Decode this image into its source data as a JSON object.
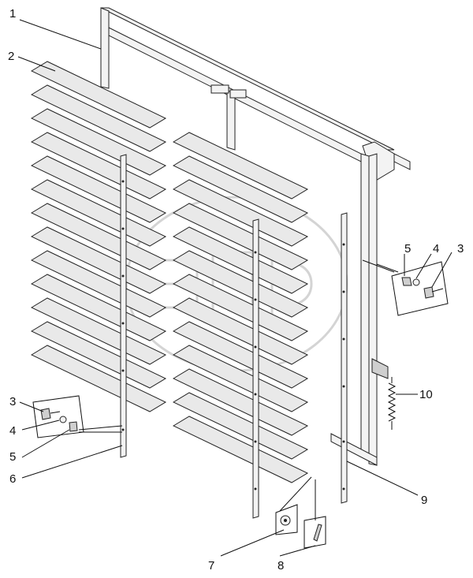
{
  "callouts": [
    {
      "id": "c1",
      "label": "1"
    },
    {
      "id": "c2",
      "label": "2"
    },
    {
      "id": "c3r",
      "label": "3"
    },
    {
      "id": "c4r",
      "label": "4"
    },
    {
      "id": "c5r",
      "label": "5"
    },
    {
      "id": "c3l",
      "label": "3"
    },
    {
      "id": "c4l",
      "label": "4"
    },
    {
      "id": "c5l",
      "label": "5"
    },
    {
      "id": "c6",
      "label": "6"
    },
    {
      "id": "c7",
      "label": "7"
    },
    {
      "id": "c8",
      "label": "8"
    },
    {
      "id": "c9",
      "label": "9"
    },
    {
      "id": "c10",
      "label": "10"
    }
  ]
}
